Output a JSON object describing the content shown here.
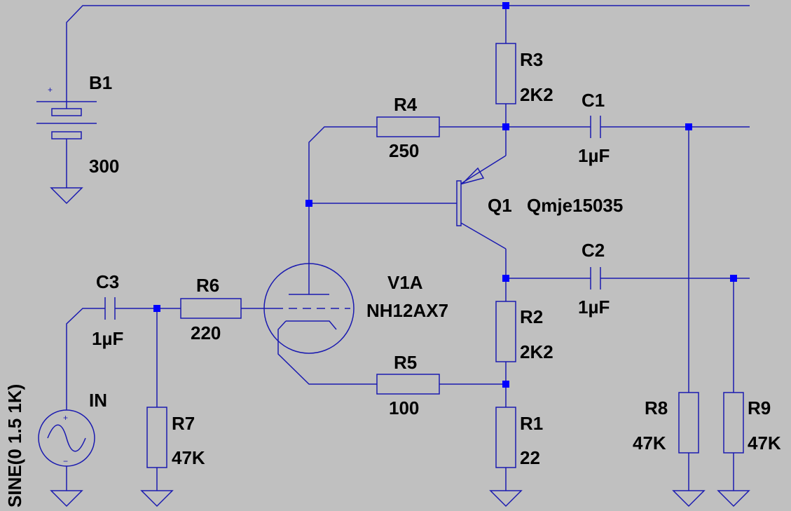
{
  "components": {
    "B1": {
      "ref": "B1",
      "value": "300"
    },
    "R3": {
      "ref": "R3",
      "value": "2K2"
    },
    "R4": {
      "ref": "R4",
      "value": "250"
    },
    "C1": {
      "ref": "C1",
      "value": "1µF"
    },
    "Q1": {
      "ref": "Q1",
      "value": "Qmje15035"
    },
    "C2": {
      "ref": "C2",
      "value": "1µF"
    },
    "V1A": {
      "ref": "V1A",
      "value": "NH12AX7"
    },
    "C3": {
      "ref": "C3",
      "value": "1µF"
    },
    "R6": {
      "ref": "R6",
      "value": "220"
    },
    "R2": {
      "ref": "R2",
      "value": "2K2"
    },
    "R5": {
      "ref": "R5",
      "value": "100"
    },
    "R1": {
      "ref": "R1",
      "value": "22"
    },
    "R7": {
      "ref": "R7",
      "value": "47K"
    },
    "R8": {
      "ref": "R8",
      "value": "47K"
    },
    "R9": {
      "ref": "R9",
      "value": "47K"
    },
    "IN": {
      "ref": "IN",
      "value": "SINE(0 1.5 1K)"
    }
  },
  "symbols": {
    "plus": "+",
    "minus": "−"
  },
  "colors": {
    "background": "#c0c0c0",
    "wire": "#1a1ab0",
    "junction": "#0000ff",
    "text": "#000000"
  }
}
